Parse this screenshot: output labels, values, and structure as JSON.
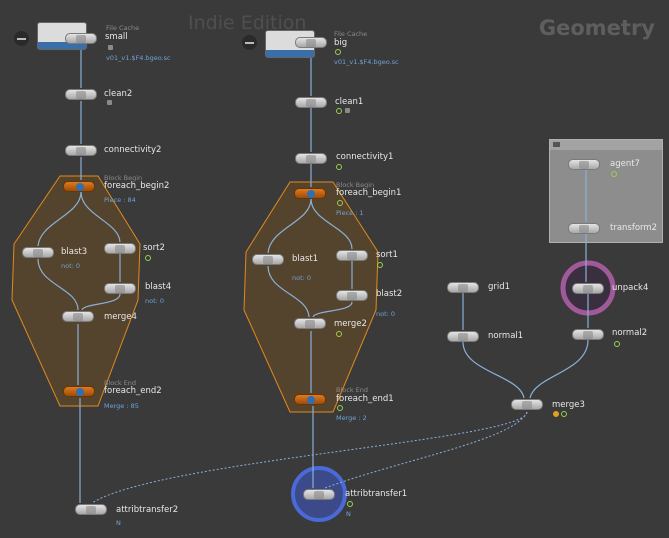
{
  "watermark": "Indie Edition",
  "context_label": "Geometry",
  "netbox_collapse_symbol": "−",
  "colors": {
    "background": "#3a3a3a",
    "wire": "#8ab0d8",
    "block_fill": "#6b4c22",
    "block_outline": "#e08a1e",
    "unpack_ring": "#a05a9a",
    "attrib_ring": "#4a6ad8"
  },
  "nodes": {
    "small": {
      "label": "small",
      "caption": "File Cache",
      "path": "v01_v1.$F4.bgeo.sc"
    },
    "clean2": {
      "label": "clean2"
    },
    "connectivity2": {
      "label": "connectivity2"
    },
    "foreach_begin2": {
      "label": "foreach_begin2",
      "caption": "Block Begin",
      "info": "Piece : 84"
    },
    "blast3": {
      "label": "blast3",
      "info": "not: 0"
    },
    "sort2": {
      "label": "sort2"
    },
    "blast4": {
      "label": "blast4",
      "info": "not: 0"
    },
    "merge4": {
      "label": "merge4"
    },
    "foreach_end2": {
      "label": "foreach_end2",
      "caption": "Block End",
      "info": "Merge : 85"
    },
    "attribtransfer2": {
      "label": "attribtransfer2",
      "info": "N"
    },
    "big": {
      "label": "big",
      "caption": "File Cache",
      "path": "v01_v1.$F4.bgeo.sc"
    },
    "clean1": {
      "label": "clean1"
    },
    "connectivity1": {
      "label": "connectivity1"
    },
    "foreach_begin1": {
      "label": "foreach_begin1",
      "caption": "Block Begin",
      "info": "Piece : 1"
    },
    "blast1": {
      "label": "blast1",
      "info": "not: 0"
    },
    "sort1": {
      "label": "sort1"
    },
    "blast2": {
      "label": "blast2",
      "info": "not: 0"
    },
    "merge2": {
      "label": "merge2"
    },
    "foreach_end1": {
      "label": "foreach_end1",
      "caption": "Block End",
      "info": "Merge : 2"
    },
    "attribtransfer1": {
      "label": "attribtransfer1",
      "info": "N"
    },
    "agent7": {
      "label": "agent7"
    },
    "transform2": {
      "label": "transform2"
    },
    "unpack4": {
      "label": "unpack4"
    },
    "normal2": {
      "label": "normal2"
    },
    "grid1": {
      "label": "grid1"
    },
    "normal1": {
      "label": "normal1"
    },
    "merge3": {
      "label": "merge3"
    }
  }
}
